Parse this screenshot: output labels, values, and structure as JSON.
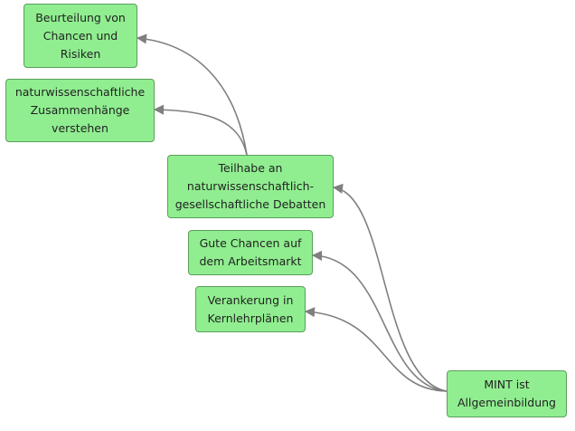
{
  "mindmap": {
    "root": {
      "label": "MINT ist\nAllgemeinbildung"
    },
    "branches": [
      {
        "key": "teilhabe",
        "label": "Teilhabe an\nnaturwissenschaftlich-\ngesellschaftliche Debatten",
        "children": [
          {
            "key": "beurteilung",
            "label": "Beurteilung von\nChancen und\nRisiken"
          },
          {
            "key": "zusammenhaenge",
            "label": "naturwissenschaftliche\nZusammenhänge\nverstehen"
          }
        ]
      },
      {
        "key": "chancen",
        "label": "Gute Chancen auf\ndem Arbeitsmarkt"
      },
      {
        "key": "verankerung",
        "label": "Verankerung in\nKernlehrplänen"
      }
    ]
  },
  "colors": {
    "node_fill": "#90ee90",
    "node_border": "#5c9e5c",
    "edge": "#7f7f7f",
    "text": "#222222"
  }
}
